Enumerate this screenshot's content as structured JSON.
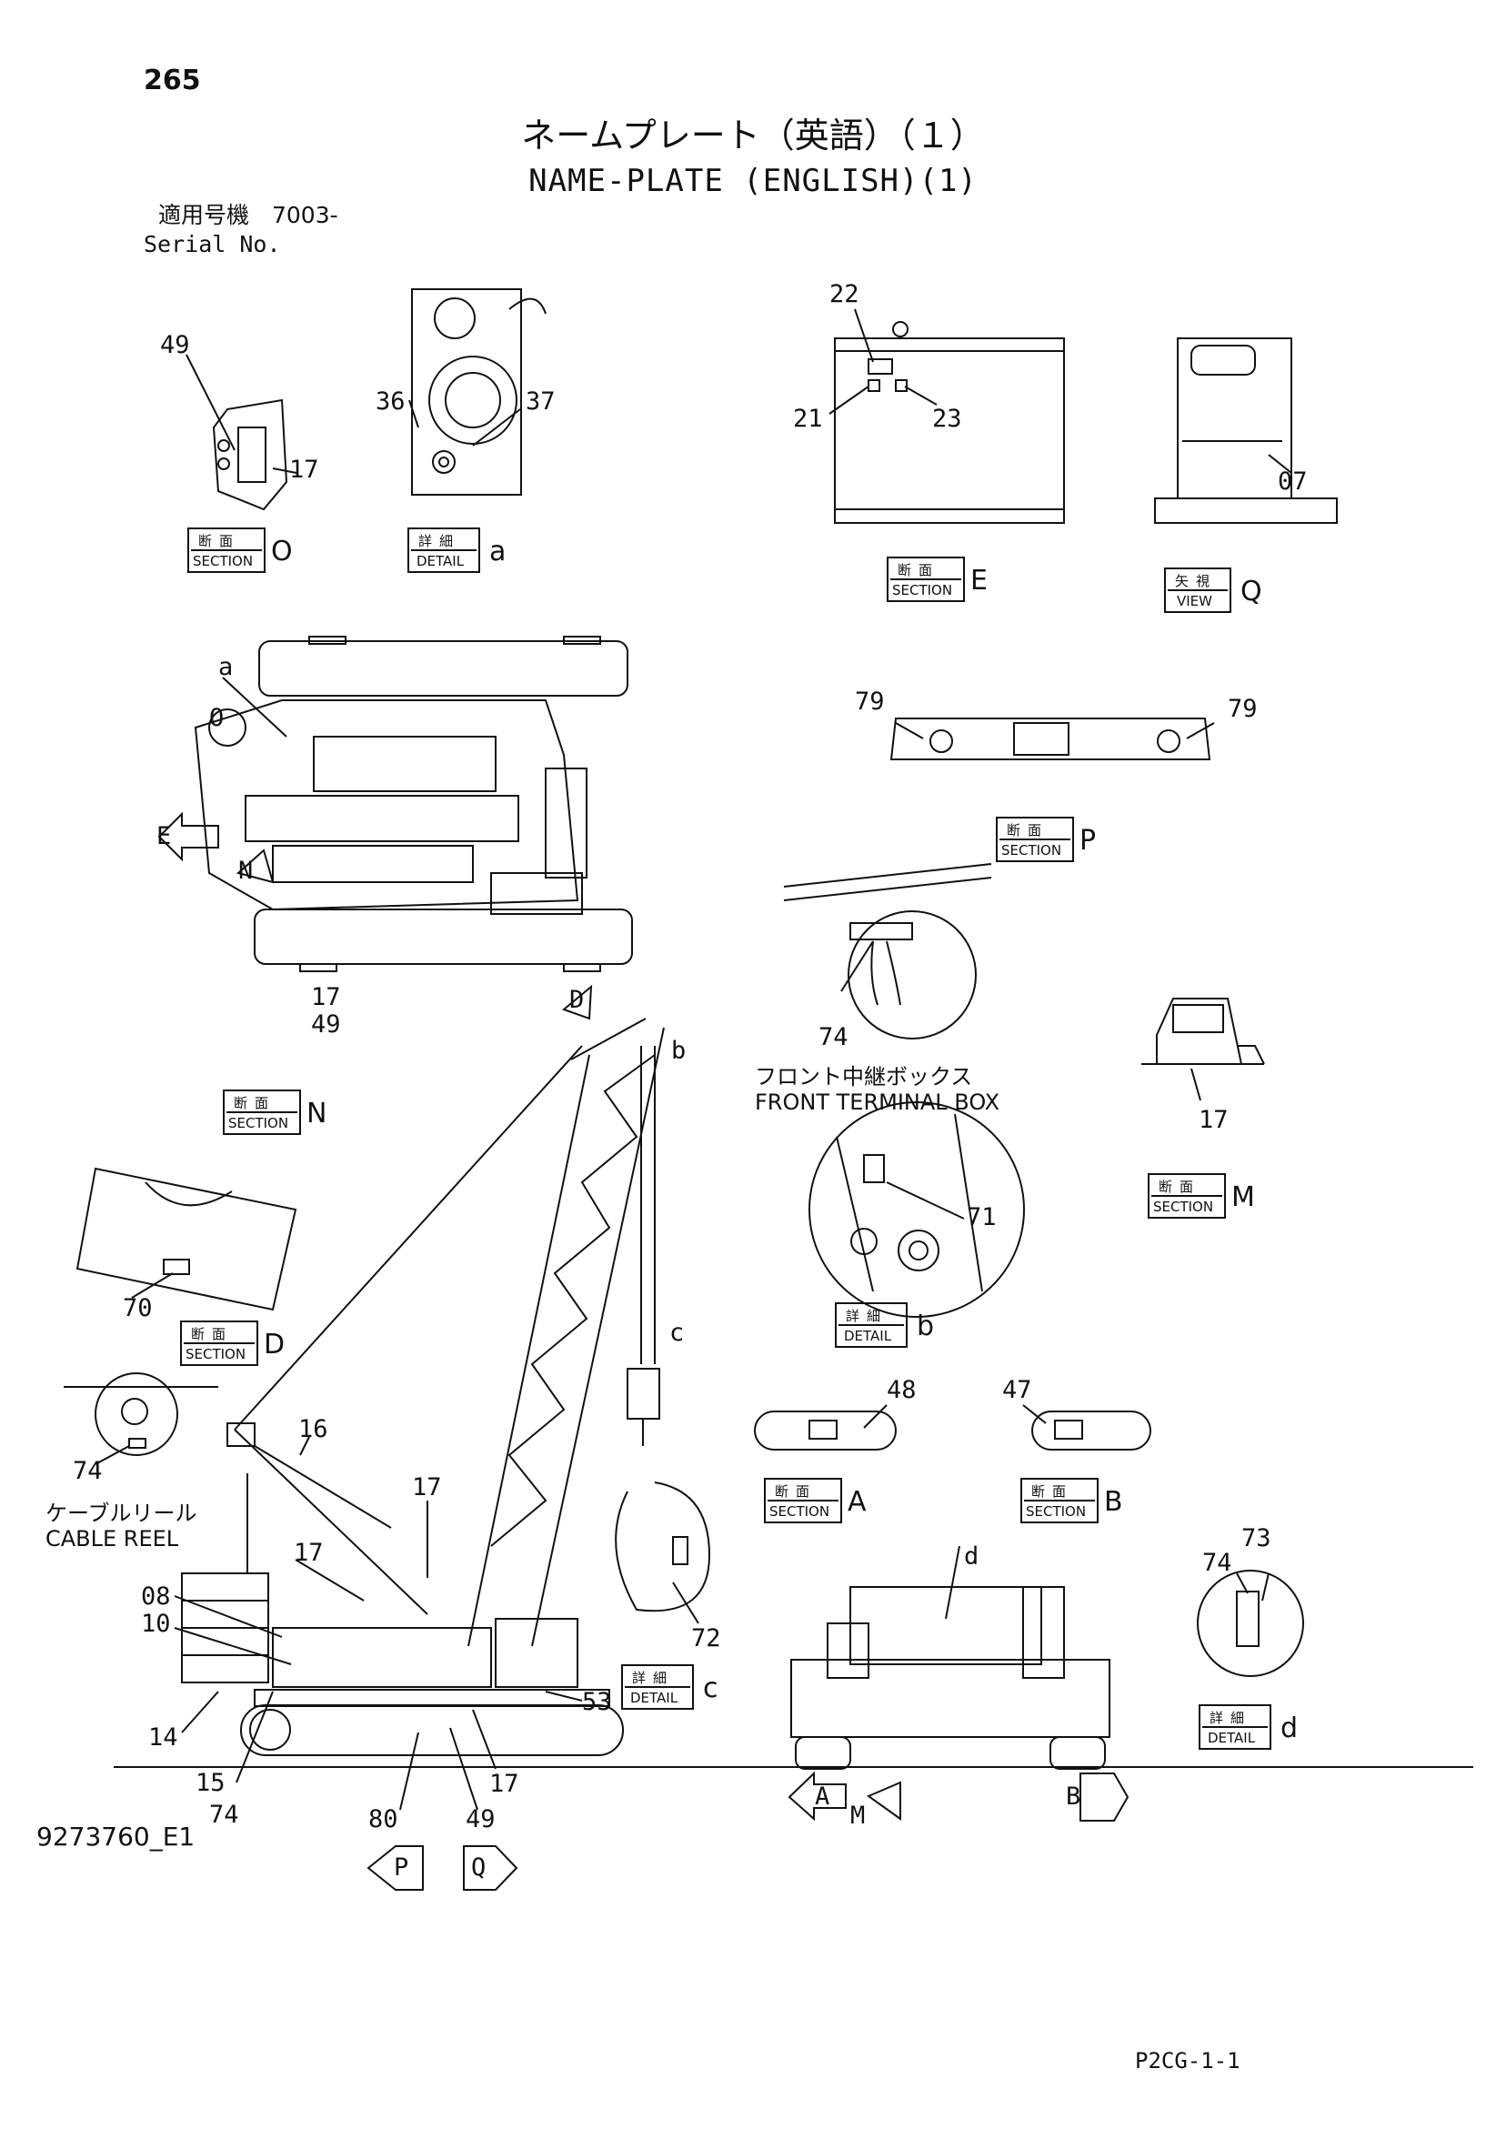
{
  "header": {
    "page_number": "265",
    "title_jp": "ネームプレート（英語）（１）",
    "title_en": "NAME-PLATE (ENGLISH)(1)",
    "serial_label_jp": "適用号機　7003-",
    "serial_label_en": "Serial No."
  },
  "references": {
    "section_o": {
      "jp": "断面",
      "en": "SECTION",
      "id": "O"
    },
    "detail_a": {
      "jp": "詳細",
      "en": "DETAIL",
      "id": "a"
    },
    "section_e": {
      "jp": "断面",
      "en": "SECTION",
      "id": "E"
    },
    "view_q": {
      "jp": "矢視",
      "en": "VIEW",
      "id": "Q"
    },
    "section_p": {
      "jp": "断面",
      "en": "SECTION",
      "id": "P"
    },
    "section_n": {
      "jp": "断面",
      "en": "SECTION",
      "id": "N"
    },
    "section_m": {
      "jp": "断面",
      "en": "SECTION",
      "id": "M"
    },
    "detail_b": {
      "jp": "詳細",
      "en": "DETAIL",
      "id": "b"
    },
    "section_d": {
      "jp": "断面",
      "en": "SECTION",
      "id": "D"
    },
    "section_a": {
      "jp": "断面",
      "en": "SECTION",
      "id": "A"
    },
    "section_b": {
      "jp": "断面",
      "en": "SECTION",
      "id": "B"
    },
    "detail_c": {
      "jp": "詳細",
      "en": "DETAIL",
      "id": "c"
    },
    "detail_d": {
      "jp": "詳細",
      "en": "DETAIL",
      "id": "d"
    }
  },
  "captions": {
    "front_terminal_jp": "フロント中継ボックス",
    "front_terminal_en": "FRONT TERMINAL BOX",
    "cable_reel_jp": "ケーブルリール",
    "cable_reel_en": "CABLE REEL"
  },
  "part_numbers": {
    "p49_o": "49",
    "p17_o": "17",
    "p36": "36",
    "p37": "37",
    "p22": "22",
    "p21": "21",
    "p23": "23",
    "p07": "07",
    "p79_l": "79",
    "p79_r": "79",
    "letter_a": "a",
    "letter_o": "O",
    "letter_e": "E",
    "letter_n": "N",
    "p17_n": "17",
    "p49_n": "49",
    "letter_d_arrow": "D",
    "p74_ftb": "74",
    "letter_b": "b",
    "p17_m": "17",
    "p71": "71",
    "p70": "70",
    "letter_c": "c",
    "p74_cr": "74",
    "p16": "16",
    "p48": "48",
    "p47": "47",
    "p17_boom": "17",
    "p17_body": "17",
    "p72": "72",
    "letter_d": "d",
    "p73": "73",
    "p74_d": "74",
    "p08": "08",
    "p10": "10",
    "p14": "14",
    "p53": "53",
    "p15": "15",
    "p74_bot": "74",
    "p80": "80",
    "p49_bot": "49",
    "p17_bot": "17",
    "arrow_a": "A",
    "arrow_m": "M",
    "arrow_b": "B",
    "arrow_p": "P",
    "arrow_q": "Q"
  },
  "footer": {
    "drawing_code": "9273760_E1",
    "sheet_code": "P2CG-1-1"
  }
}
